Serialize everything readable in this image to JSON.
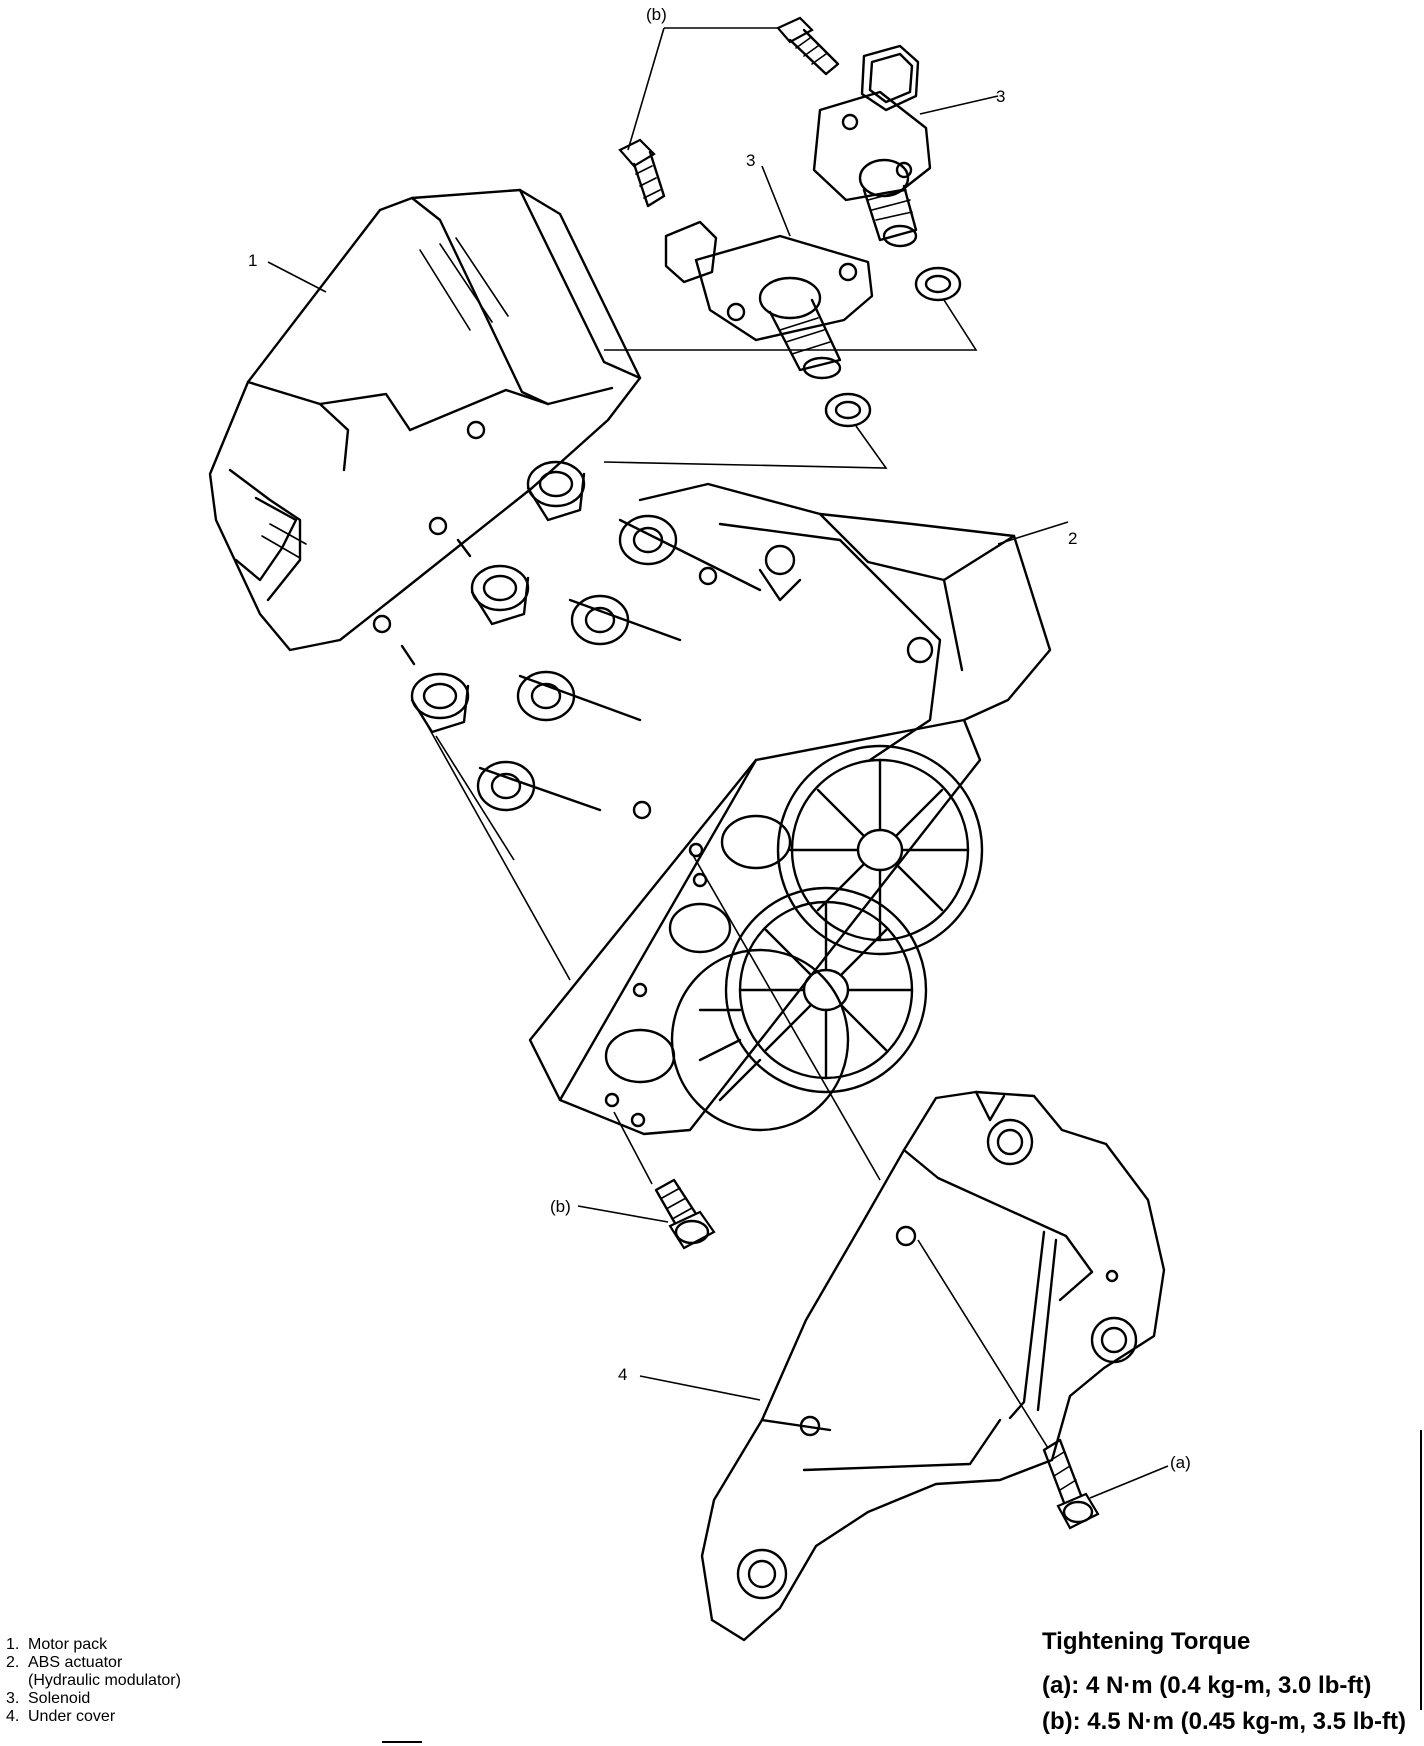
{
  "callouts": {
    "b_top": "(b)",
    "three_upper": "3",
    "three_lower": "3",
    "one": "1",
    "two": "2",
    "b_mid": "(b)",
    "four": "4",
    "a": "(a)"
  },
  "legend": [
    {
      "num": "1.",
      "text": "Motor pack"
    },
    {
      "num": "2.",
      "text": "ABS actuator"
    },
    {
      "num": "",
      "text": "(Hydraulic modulator)"
    },
    {
      "num": "3.",
      "text": "Solenoid"
    },
    {
      "num": "4.",
      "text": "Under cover"
    }
  ],
  "torque": {
    "title": "Tightening Torque",
    "a": "(a): 4 N·m (0.4 kg-m, 3.0 lb-ft)",
    "b": "(b): 4.5 N·m (0.45 kg-m, 3.5 lb-ft)"
  }
}
